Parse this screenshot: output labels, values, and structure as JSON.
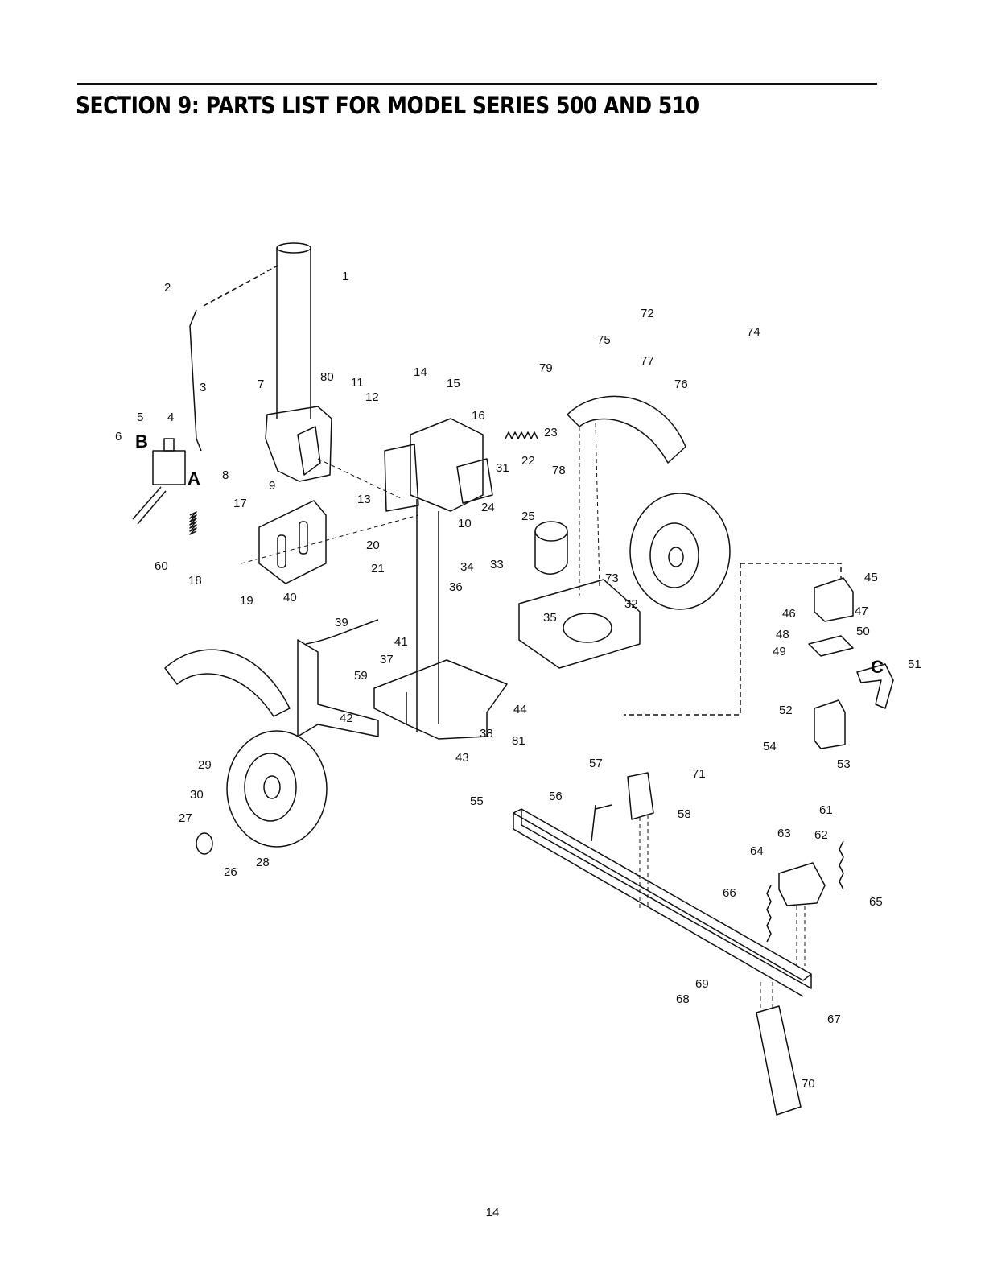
{
  "header": {
    "title": "SECTION 9:  PARTS LIST FOR MODEL SERIES 500 AND 510"
  },
  "diagram": {
    "callouts": [
      "1",
      "2",
      "3",
      "4",
      "5",
      "6",
      "7",
      "8",
      "9",
      "10",
      "11",
      "12",
      "13",
      "14",
      "15",
      "16",
      "17",
      "18",
      "19",
      "20",
      "21",
      "22",
      "23",
      "24",
      "25",
      "26",
      "27",
      "28",
      "29",
      "30",
      "31",
      "32",
      "33",
      "34",
      "35",
      "36",
      "37",
      "38",
      "39",
      "40",
      "41",
      "42",
      "43",
      "44",
      "45",
      "46",
      "47",
      "48",
      "49",
      "50",
      "51",
      "52",
      "53",
      "54",
      "55",
      "56",
      "57",
      "58",
      "59",
      "60",
      "61",
      "62",
      "63",
      "64",
      "65",
      "66",
      "67",
      "68",
      "69",
      "70",
      "71",
      "72",
      "73",
      "74",
      "75",
      "76",
      "77",
      "78",
      "79",
      "80",
      "81"
    ],
    "detail_letters": [
      "A",
      "B",
      "C"
    ]
  },
  "footer": {
    "page_number": "14"
  }
}
